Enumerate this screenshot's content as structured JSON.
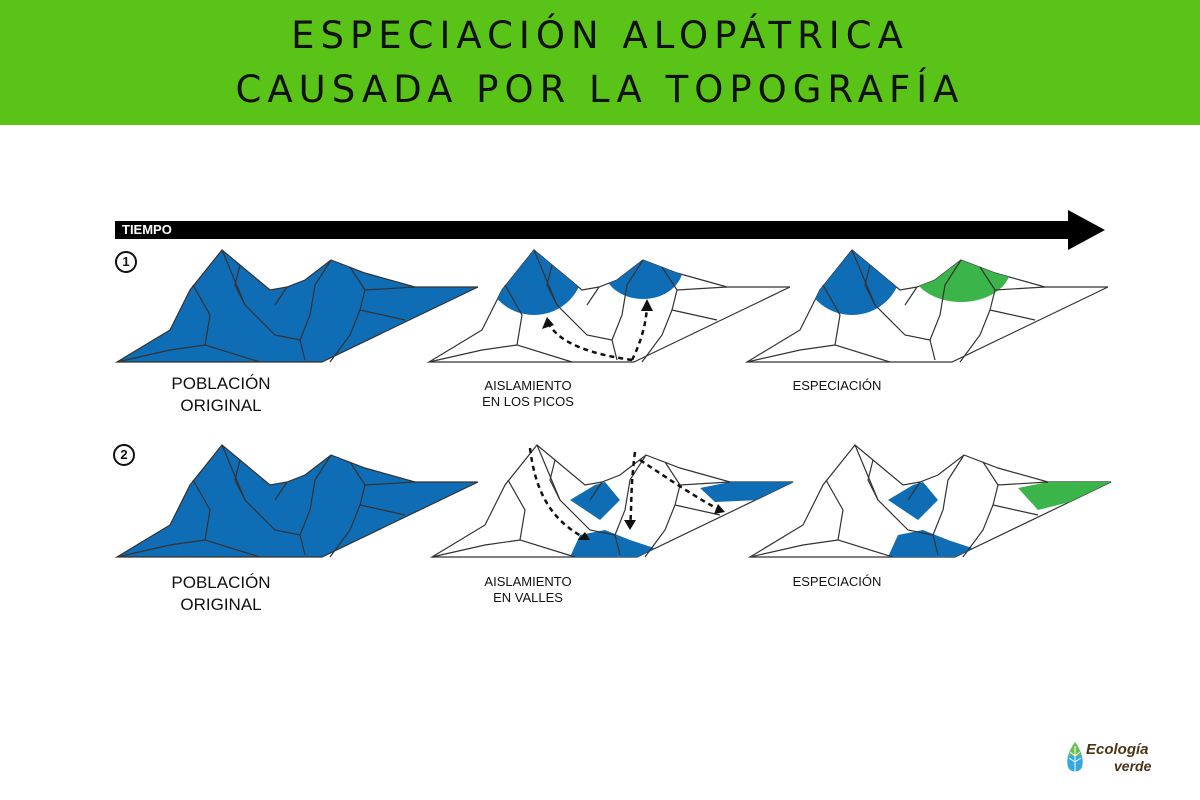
{
  "header": {
    "title_line1": "ESPECIACIÓN ALOPÁTRICA",
    "title_line2": "CAUSADA POR LA TOPOGRAFÍA"
  },
  "timeline": {
    "label": "TIEMPO"
  },
  "rows": [
    {
      "number": "1",
      "labels": [
        "POBLACIÓN ORIGINAL",
        "AISLAMIENTO EN LOS PICOS",
        "ESPECIACIÓN"
      ]
    },
    {
      "number": "2",
      "labels": [
        "POBLACIÓN ORIGINAL",
        "AISLAMIENTO EN VALLES",
        "ESPECIACIÓN"
      ]
    }
  ],
  "label_lines": {
    "original": [
      "POBLACIÓN",
      "ORIGINAL"
    ],
    "picos": [
      "AISLAMIENTO",
      "EN LOS PICOS"
    ],
    "valles": [
      "AISLAMIENTO",
      "EN VALLES"
    ],
    "especiacion": "ESPECIACIÓN"
  },
  "logo": {
    "line1": "Ecología",
    "line2": "verde"
  },
  "colors": {
    "header": "#5ac318",
    "population": "#0f6db5",
    "new_species": "#3bb54a"
  }
}
